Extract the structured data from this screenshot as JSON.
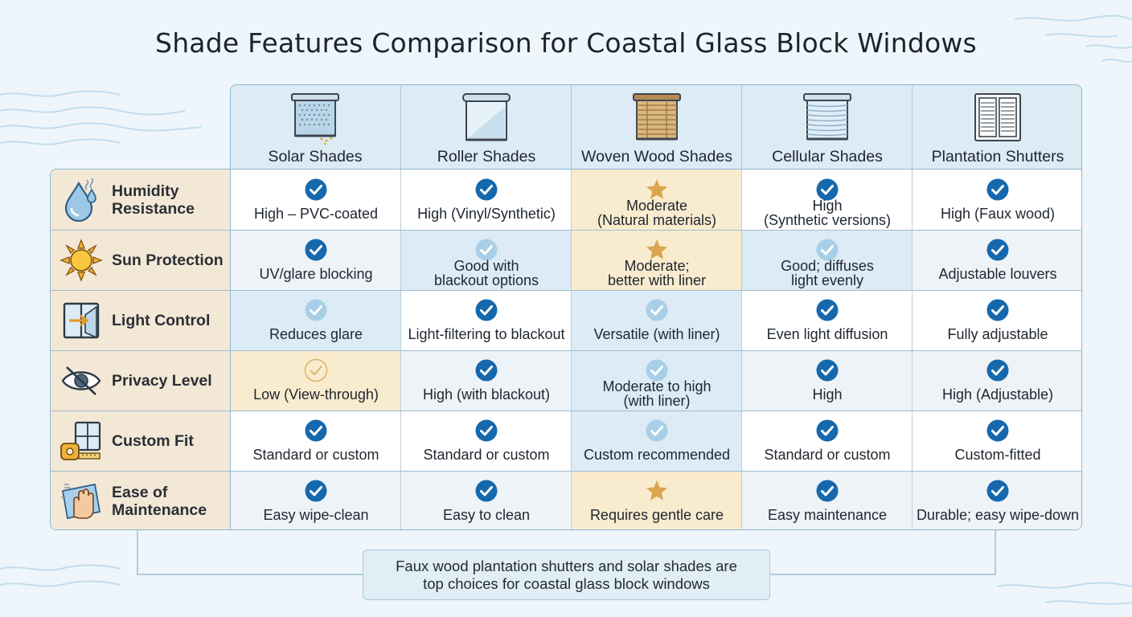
{
  "title": "Shade Features Comparison for Coastal Glass Block Windows",
  "columns": [
    {
      "label": "Solar Shades",
      "icon": "solar-shade-icon"
    },
    {
      "label": "Roller Shades",
      "icon": "roller-shade-icon"
    },
    {
      "label": "Woven Wood Shades",
      "icon": "woven-wood-shade-icon"
    },
    {
      "label": "Cellular Shades",
      "icon": "cellular-shade-icon"
    },
    {
      "label": "Plantation Shutters",
      "icon": "plantation-shutter-icon"
    }
  ],
  "rows": [
    {
      "label": "Humidity\nResistance",
      "icon": "water-drop-icon",
      "cells": [
        {
          "mark": "check",
          "text": "High – PVC-coated",
          "bg": "white"
        },
        {
          "mark": "check",
          "text": "High (Vinyl/Synthetic)",
          "bg": "white"
        },
        {
          "mark": "star",
          "text": "Moderate\n(Natural materials)",
          "bg": "cream"
        },
        {
          "mark": "check",
          "text": "High\n(Synthetic versions)",
          "bg": "white"
        },
        {
          "mark": "check",
          "text": "High (Faux wood)",
          "bg": "white"
        }
      ]
    },
    {
      "label": "Sun Protection",
      "icon": "sun-icon",
      "cells": [
        {
          "mark": "check",
          "text": "UV/glare blocking",
          "bg": "grey"
        },
        {
          "mark": "check-light",
          "text": "Good with\nblackout options",
          "bg": "blue"
        },
        {
          "mark": "star",
          "text": "Moderate;\nbetter with liner",
          "bg": "cream"
        },
        {
          "mark": "check-light",
          "text": "Good; diffuses\nlight evenly",
          "bg": "blue"
        },
        {
          "mark": "check",
          "text": "Adjustable louvers",
          "bg": "grey"
        }
      ]
    },
    {
      "label": "Light Control",
      "icon": "window-arrow-icon",
      "cells": [
        {
          "mark": "check-light",
          "text": "Reduces glare",
          "bg": "blue"
        },
        {
          "mark": "check",
          "text": "Light-filtering to blackout",
          "bg": "white"
        },
        {
          "mark": "check-light",
          "text": "Versatile (with liner)",
          "bg": "blue"
        },
        {
          "mark": "check",
          "text": "Even light diffusion",
          "bg": "white"
        },
        {
          "mark": "check",
          "text": "Fully adjustable",
          "bg": "white"
        }
      ]
    },
    {
      "label": "Privacy Level",
      "icon": "eye-slash-icon",
      "cells": [
        {
          "mark": "check-outline",
          "text": "Low (View-through)",
          "bg": "cream"
        },
        {
          "mark": "check",
          "text": "High (with blackout)",
          "bg": "grey"
        },
        {
          "mark": "check-light",
          "text": "Moderate to high\n(with liner)",
          "bg": "blue"
        },
        {
          "mark": "check",
          "text": "High",
          "bg": "grey"
        },
        {
          "mark": "check",
          "text": "High (Adjustable)",
          "bg": "grey"
        }
      ]
    },
    {
      "label": "Custom Fit",
      "icon": "measure-window-icon",
      "cells": [
        {
          "mark": "check",
          "text": "Standard or custom",
          "bg": "white"
        },
        {
          "mark": "check",
          "text": "Standard or custom",
          "bg": "white"
        },
        {
          "mark": "check-light",
          "text": "Custom recommended",
          "bg": "blue"
        },
        {
          "mark": "check",
          "text": "Standard or custom",
          "bg": "white"
        },
        {
          "mark": "check",
          "text": "Custom-fitted",
          "bg": "white"
        }
      ]
    },
    {
      "label": "Ease of\nMaintenance",
      "icon": "cleaning-hand-icon",
      "cells": [
        {
          "mark": "check",
          "text": "Easy wipe-clean",
          "bg": "grey"
        },
        {
          "mark": "check",
          "text": "Easy to clean",
          "bg": "grey"
        },
        {
          "mark": "star",
          "text": "Requires gentle care",
          "bg": "cream"
        },
        {
          "mark": "check",
          "text": "Easy maintenance",
          "bg": "grey"
        },
        {
          "mark": "check",
          "text": "Durable; easy wipe-down",
          "bg": "grey"
        }
      ]
    }
  ],
  "note": "Faux wood plantation shutters and solar shades are\ntop choices for coastal glass block windows",
  "colors": {
    "check": "#1668ad",
    "check_light": "#a9cfe8",
    "star": "#d9a54e",
    "outline": "#e0b46a",
    "border": "#8fb6cf"
  }
}
